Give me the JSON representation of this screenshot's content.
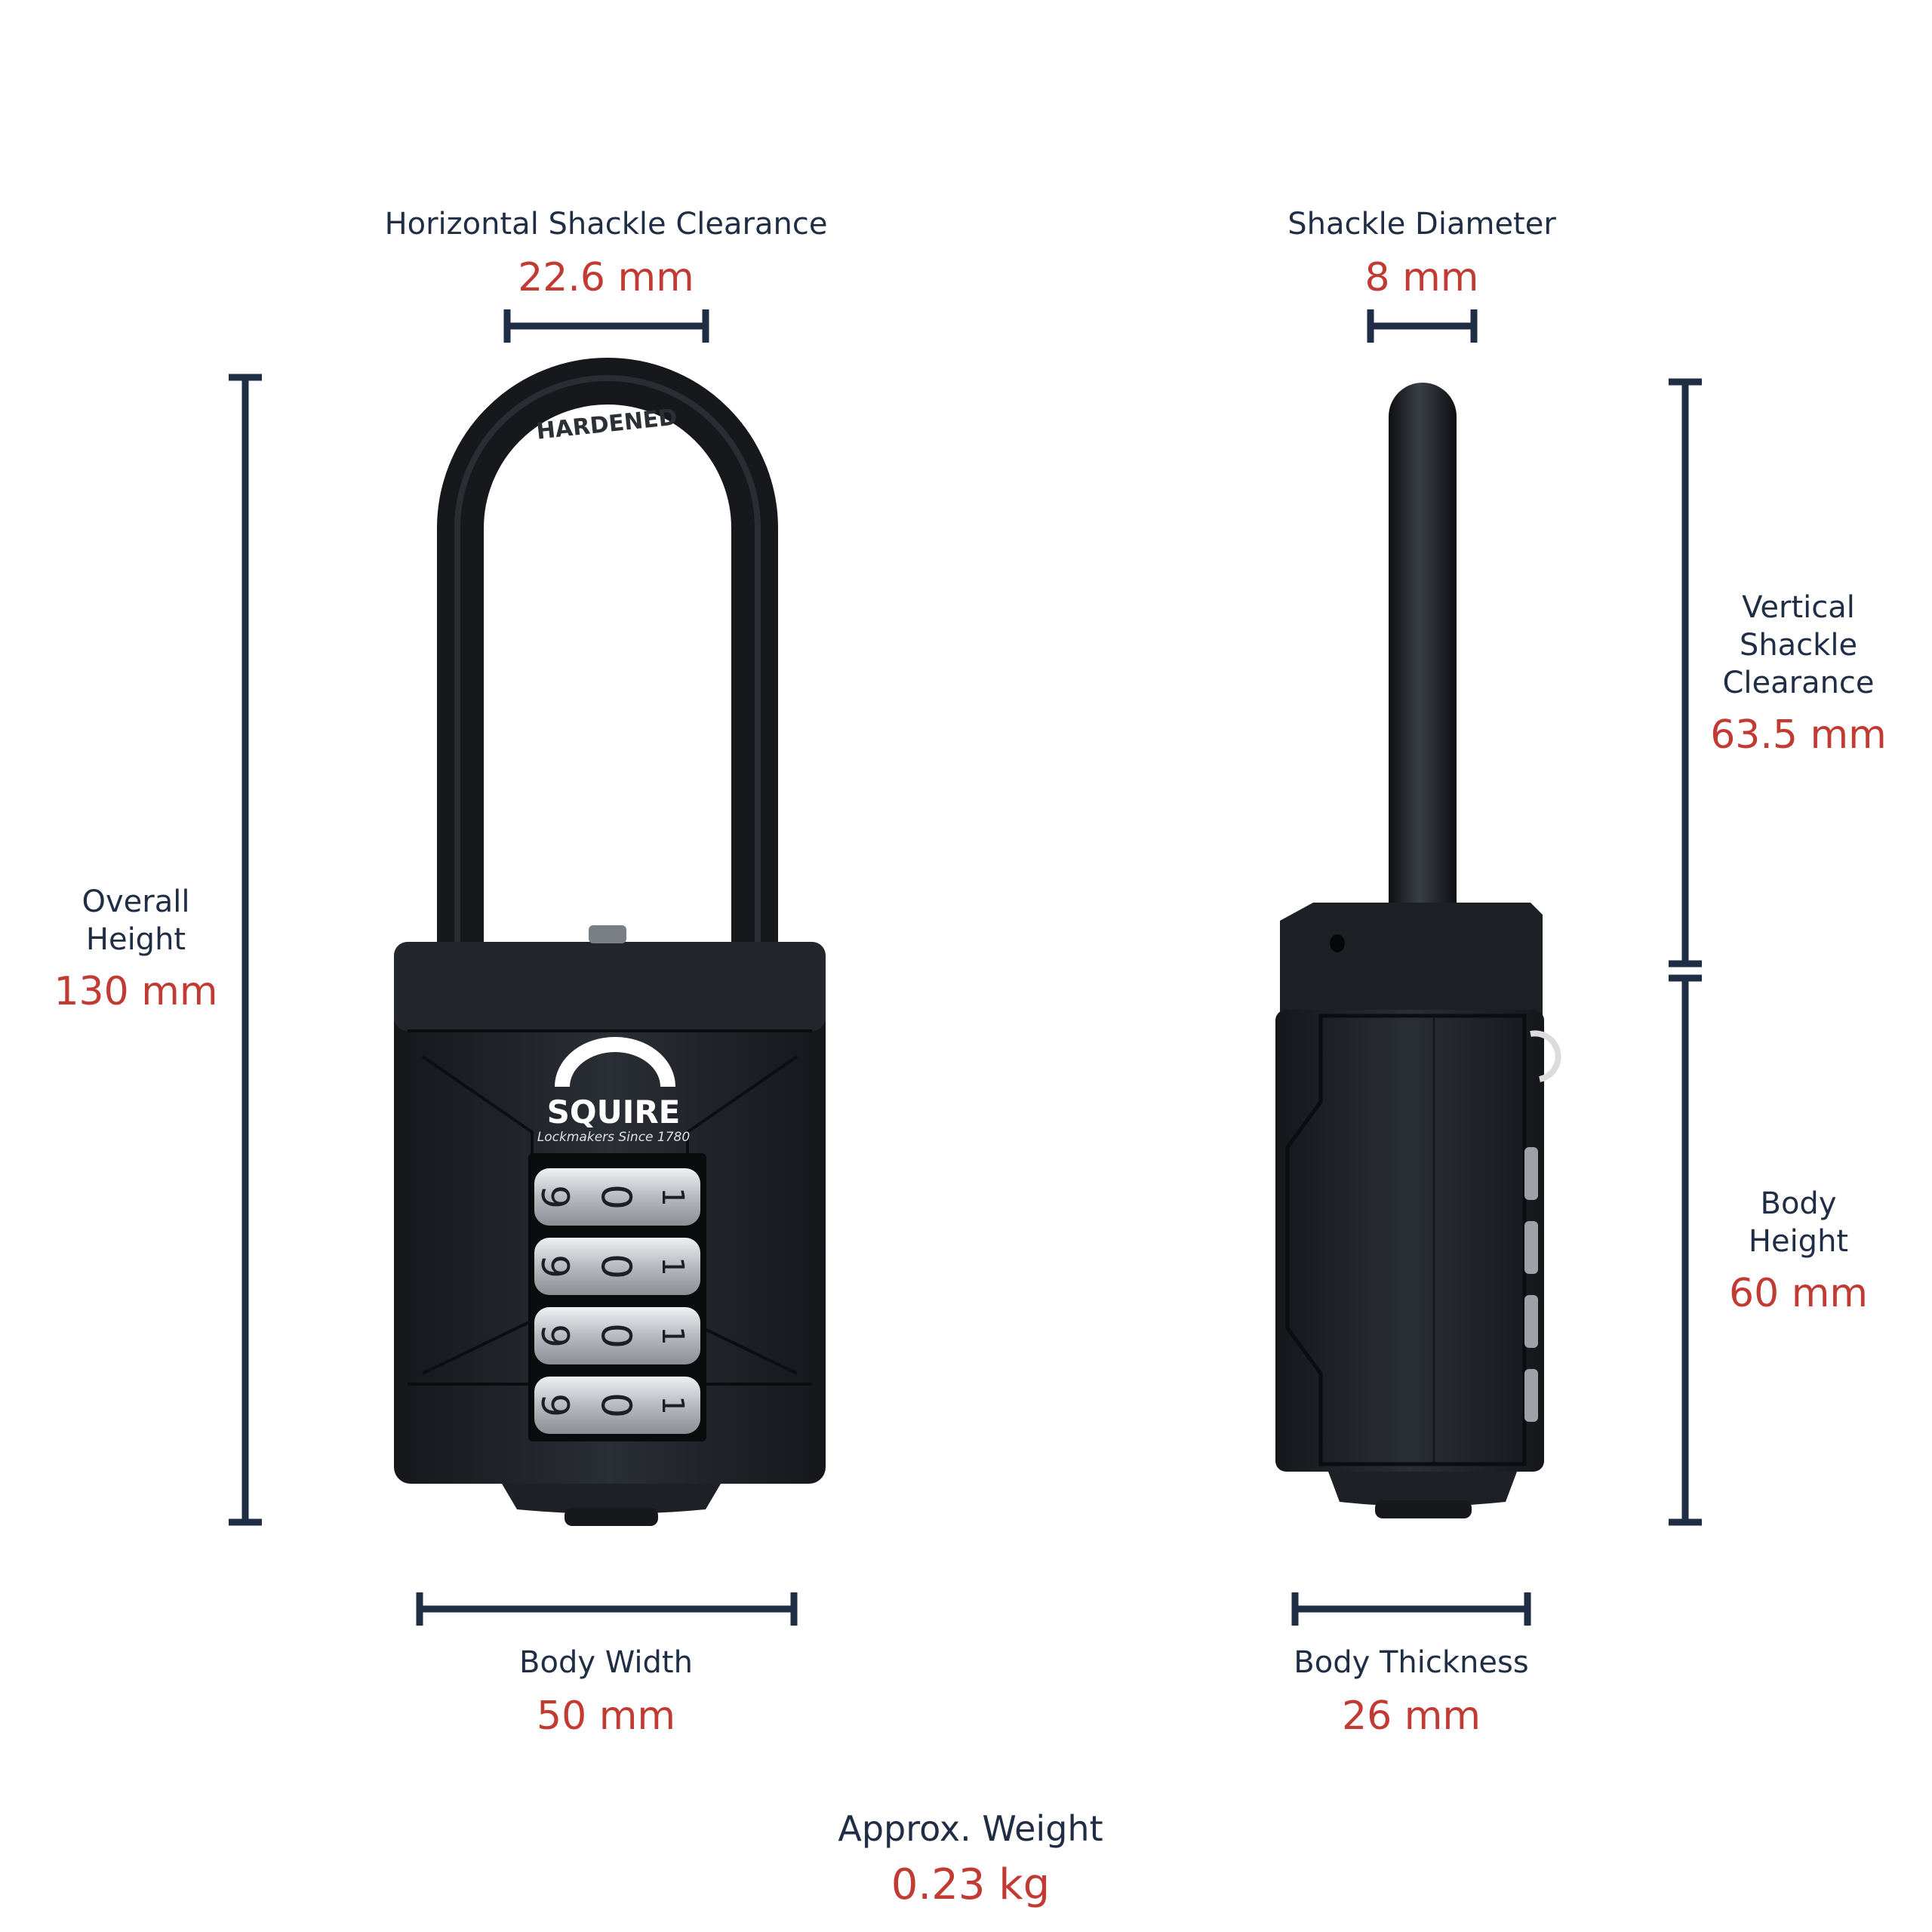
{
  "brand": {
    "logo_text": "SQUIRE",
    "tagline": "Lockmakers Since 1780",
    "shackle_stamp": "HARDENED"
  },
  "dial_digits": [
    "9",
    "0",
    "1"
  ],
  "dimensions": {
    "horizontal_shackle_clearance": {
      "label": "Horizontal Shackle Clearance",
      "value": "22.6 mm"
    },
    "shackle_diameter": {
      "label": "Shackle Diameter",
      "value": "8 mm"
    },
    "overall_height": {
      "label": "Overall\nHeight",
      "value": "130 mm"
    },
    "vertical_shackle_clearance": {
      "label": "Vertical\nShackle\nClearance",
      "value": "63.5 mm"
    },
    "body_height": {
      "label": "Body\nHeight",
      "value": "60 mm"
    },
    "body_width": {
      "label": "Body Width",
      "value": "50 mm"
    },
    "body_thickness": {
      "label": "Body Thickness",
      "value": "26 mm"
    },
    "approx_weight": {
      "label": "Approx. Weight",
      "value": "0.23 kg"
    }
  },
  "colors": {
    "label_text": "#1f2d45",
    "value_text": "#c23b33",
    "dimension_line": "#1f2d45",
    "lock_body": "#1c1f24",
    "dial_metal": "#c9ccd0"
  }
}
